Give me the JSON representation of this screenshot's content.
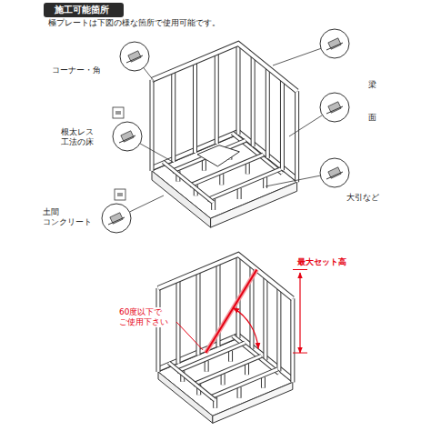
{
  "diagram": {
    "title": "施工可能箇所",
    "labels": [
      "極プレートは下図の様な箇所で使用可能です。",
      "コーナー・角",
      "根太レス 工法の床",
      "土間 コンクリート",
      "梁",
      "面",
      "大引など",
      "60度以下で ご使用下さい",
      "最大セット高"
    ]
  }
}
